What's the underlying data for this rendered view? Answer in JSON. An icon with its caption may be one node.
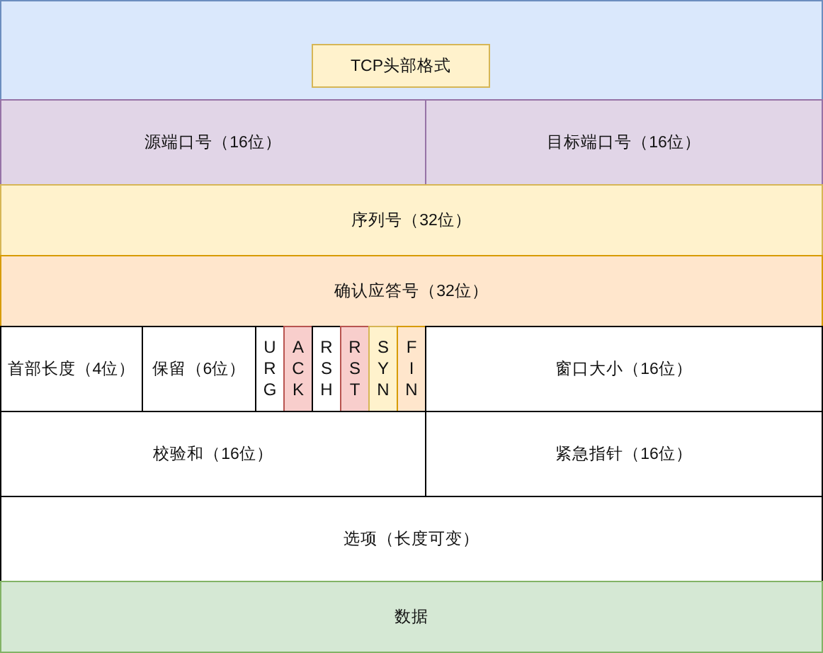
{
  "diagram": {
    "nodes": [
      {
        "text": [],
        "shape": "box"
      },
      {
        "text": [
          "TCP头部格式"
        ],
        "in": 0
      },
      {
        "text": [
          "源端口号（16位）"
        ]
      },
      {
        "text": [
          "目标端口号（16位）"
        ]
      },
      {
        "text": [
          "序列号（32位）"
        ]
      },
      {
        "text": [
          "确认应答号（32位）"
        ]
      },
      {
        "text": [
          "首部长度（4位）"
        ]
      },
      {
        "text": [
          "保留（6位）"
        ]
      },
      {
        "text": [
          "URG"
        ]
      },
      {
        "text": [
          "ACK"
        ]
      },
      {
        "text": [
          "RSH"
        ]
      },
      {
        "text": [
          "RST"
        ]
      },
      {
        "text": [
          "SYN"
        ]
      },
      {
        "text": [
          "FIN"
        ]
      },
      {
        "text": [
          "窗口大小（16位）"
        ]
      },
      {
        "text": [
          "校验和（16位）"
        ]
      },
      {
        "text": [
          "紧急指针（16位）"
        ]
      },
      {
        "text": [
          "选项（长度可变）"
        ]
      },
      {
        "text": [
          "数据"
        ]
      }
    ]
  }
}
